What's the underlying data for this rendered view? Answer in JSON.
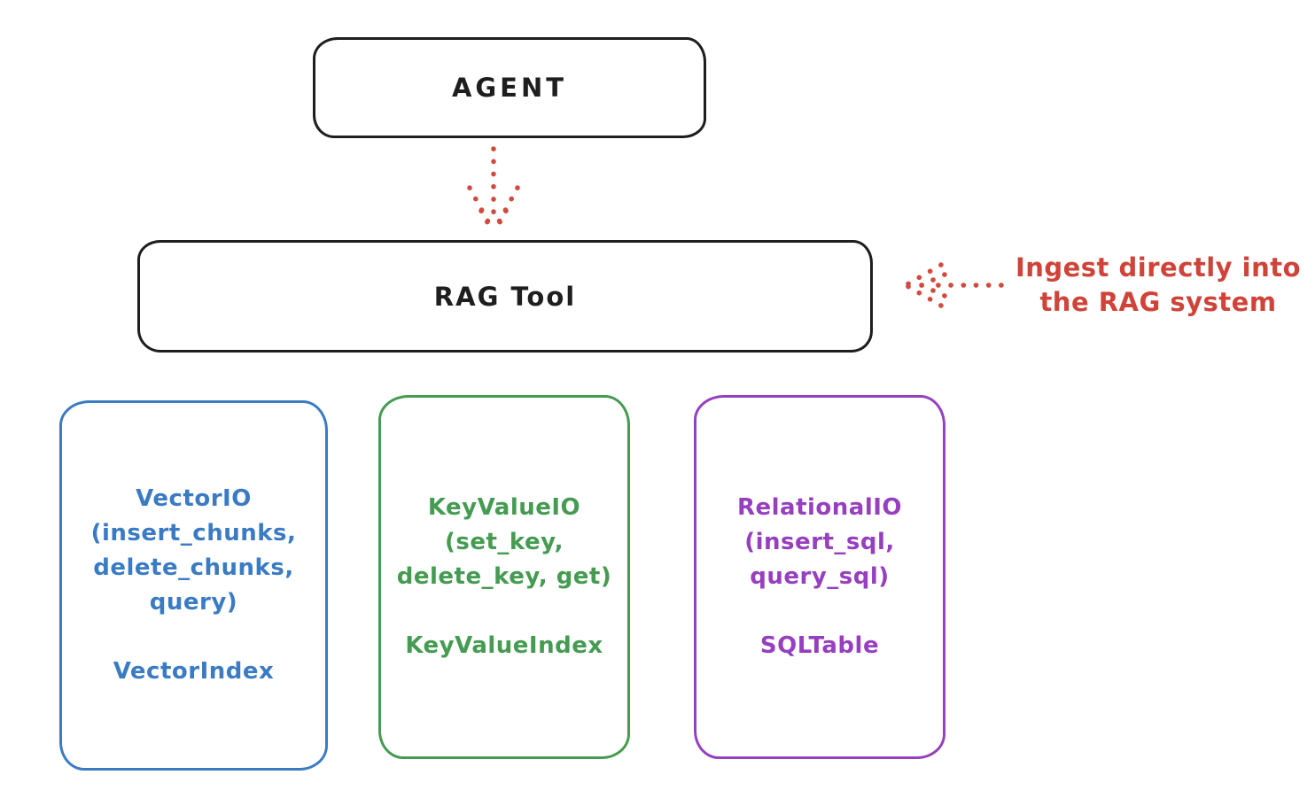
{
  "agent": {
    "label": "AGENT"
  },
  "rag_tool": {
    "label": "RAG Tool"
  },
  "annotation": {
    "lines": [
      "Ingest directly into",
      "the RAG system"
    ],
    "color": "#cf4338"
  },
  "boxes": [
    {
      "name": "vector-io",
      "color": "#3b7bc4",
      "lines": [
        "VectorIO",
        "(insert_chunks,",
        "delete_chunks,",
        "query)"
      ],
      "index_label": "VectorIndex"
    },
    {
      "name": "keyvalue-io",
      "color": "#449b51",
      "lines": [
        "KeyValueIO",
        "(set_key,",
        "delete_key, get)"
      ],
      "index_label": "KeyValueIndex"
    },
    {
      "name": "relational-io",
      "color": "#963fbf",
      "lines": [
        "RelationalIO",
        "(insert_sql,",
        "query_sql)"
      ],
      "index_label": "SQLTable"
    }
  ],
  "arrows": {
    "agent_to_rag_tool": "dotted-down-arrow",
    "annotation_to_rag_tool": "dotted-left-arrow"
  },
  "colors": {
    "outline": "#1e1e1e",
    "red": "#cf4338",
    "blue": "#3b7bc4",
    "green": "#449b51",
    "purple": "#963fbf",
    "background": "#ffffff"
  }
}
